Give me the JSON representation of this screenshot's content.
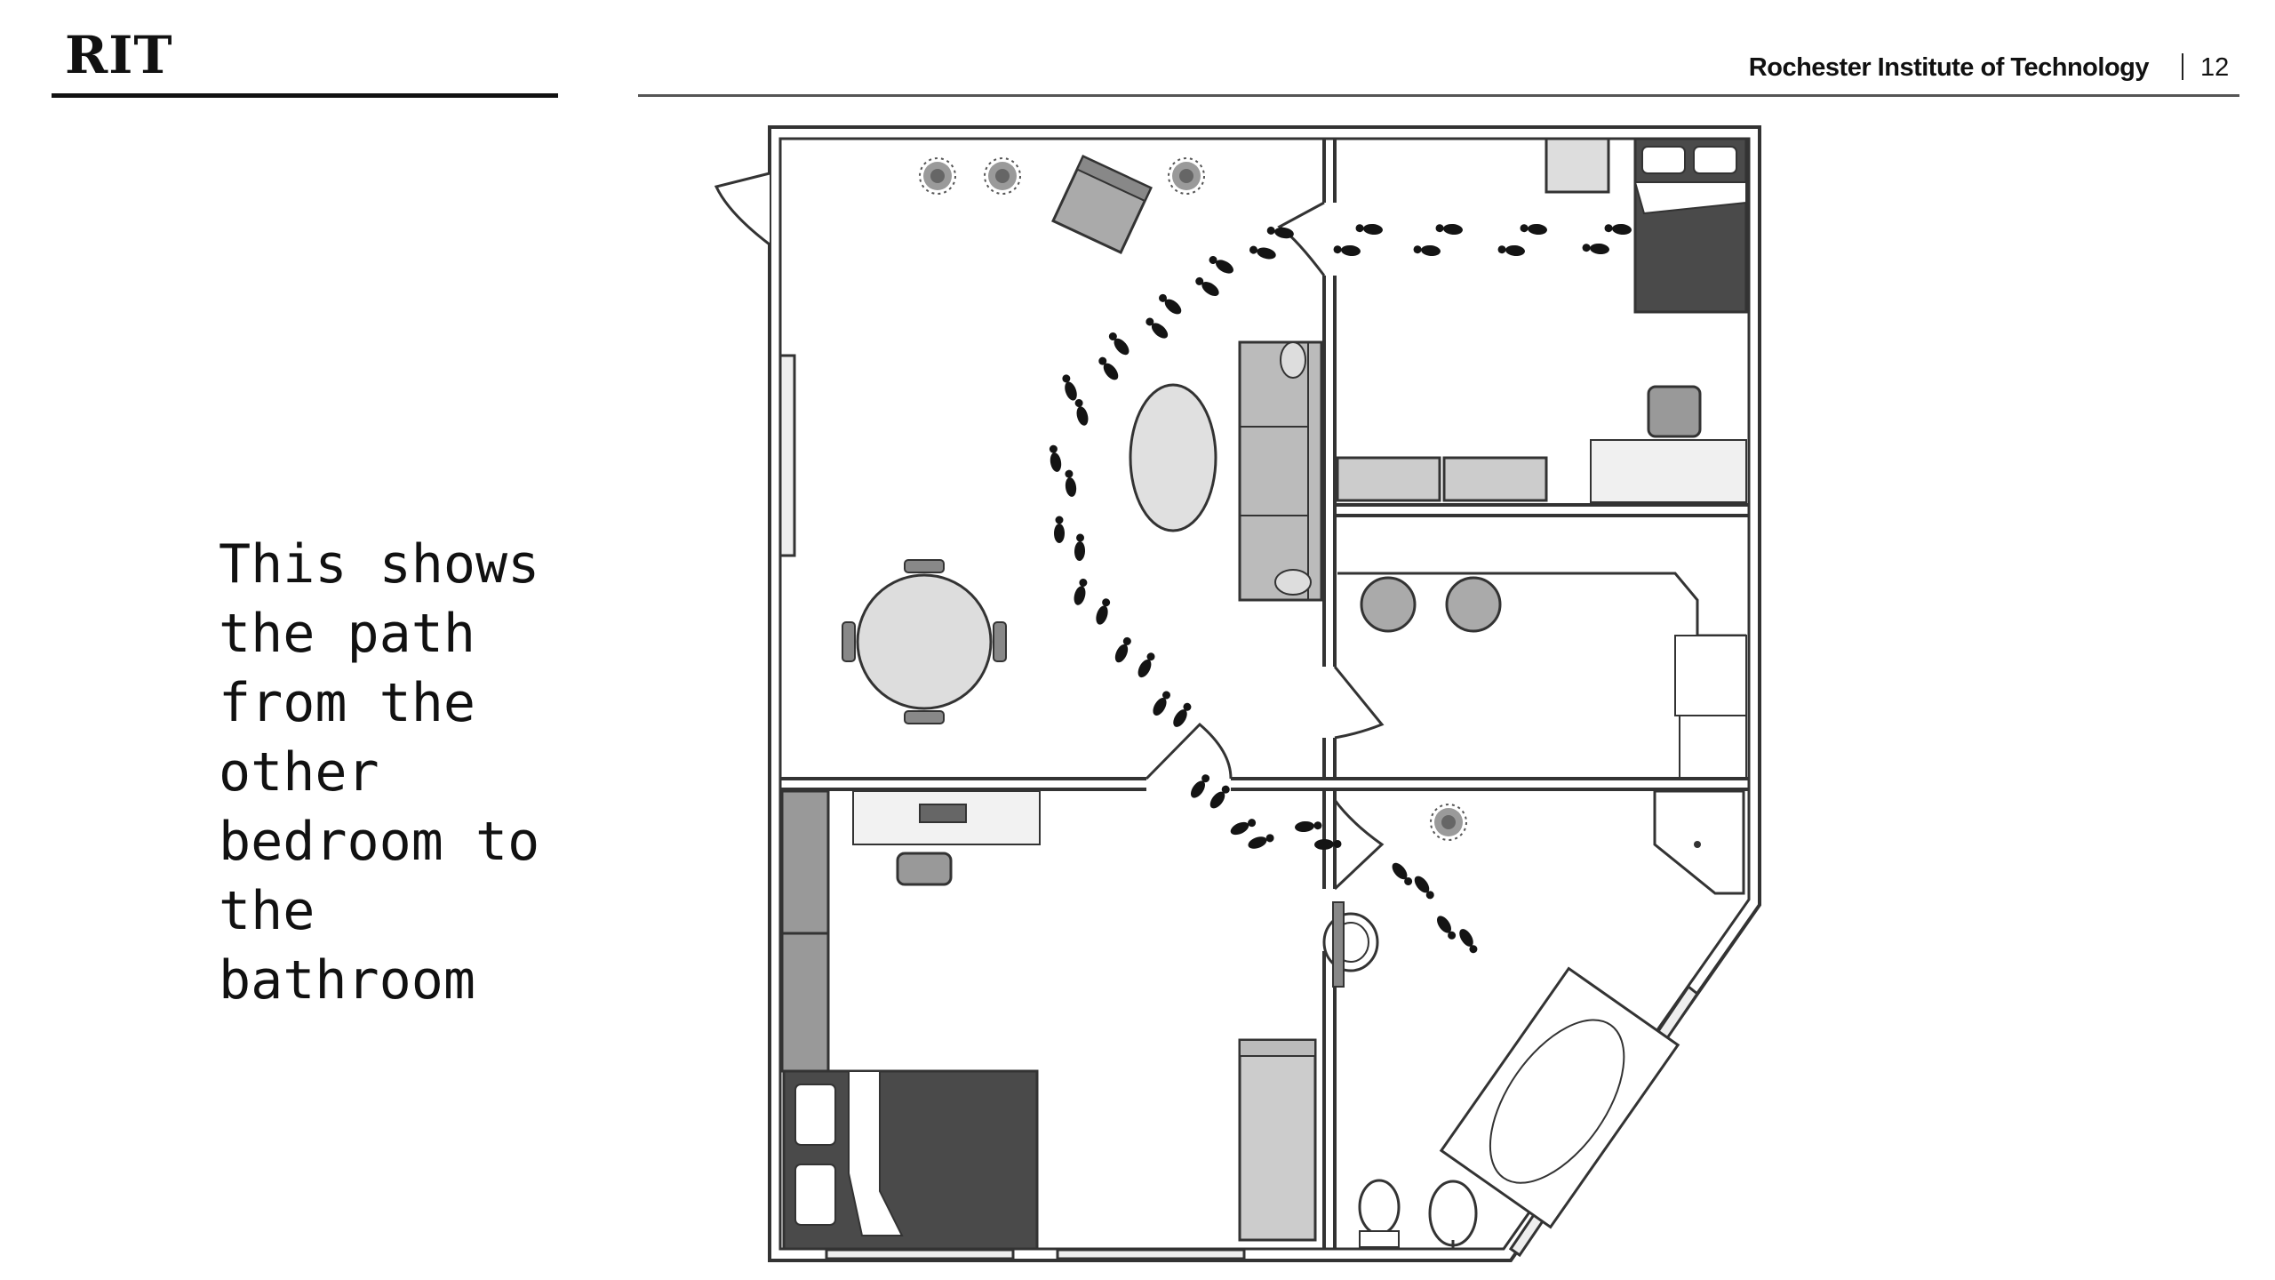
{
  "header": {
    "logo": "RIT",
    "institution": "Rochester Institute of Technology",
    "page_number": "12"
  },
  "caption": "This shows\nthe path\nfrom the\nother\nbedroom to\nthe\nbathroom",
  "colors": {
    "wall": "#333333",
    "floor": "#ffffff",
    "furniture": "#c8c8c8",
    "dark": "#4a4a4a",
    "footprint": "#141414"
  }
}
